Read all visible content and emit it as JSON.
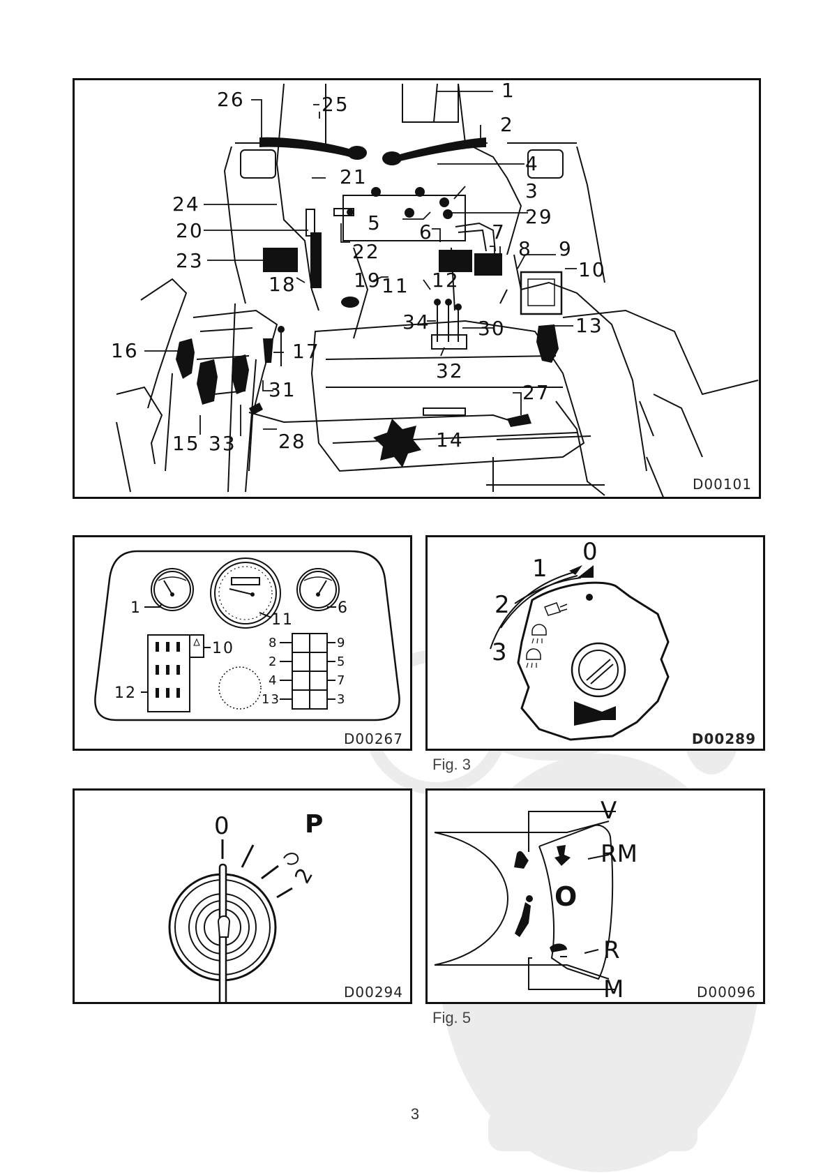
{
  "page_number": "3",
  "fig1": {
    "code": "D00101",
    "callouts": [
      "1",
      "2",
      "3",
      "4",
      "5",
      "6",
      "7",
      "8",
      "9",
      "10",
      "11",
      "12",
      "13",
      "14",
      "15",
      "16",
      "17",
      "18",
      "19",
      "20",
      "21",
      "22",
      "23",
      "24",
      "25",
      "26",
      "27",
      "28",
      "29",
      "30",
      "31",
      "32",
      "33",
      "34"
    ]
  },
  "fig2": {
    "code": "D00267",
    "callouts": [
      "1",
      "11",
      "6",
      "10",
      "12",
      "8",
      "9",
      "2",
      "5",
      "4",
      "7",
      "13",
      "3"
    ]
  },
  "fig3": {
    "code": "D00289",
    "caption": "Fig. 3",
    "positions": [
      "0",
      "1",
      "2",
      "3"
    ]
  },
  "fig4": {
    "code": "D00294",
    "positions": [
      "0",
      "P",
      "2"
    ]
  },
  "fig5": {
    "code": "D00096",
    "caption": "Fig. 5",
    "labels": [
      "V",
      "RM",
      "R",
      "M",
      "O"
    ]
  }
}
